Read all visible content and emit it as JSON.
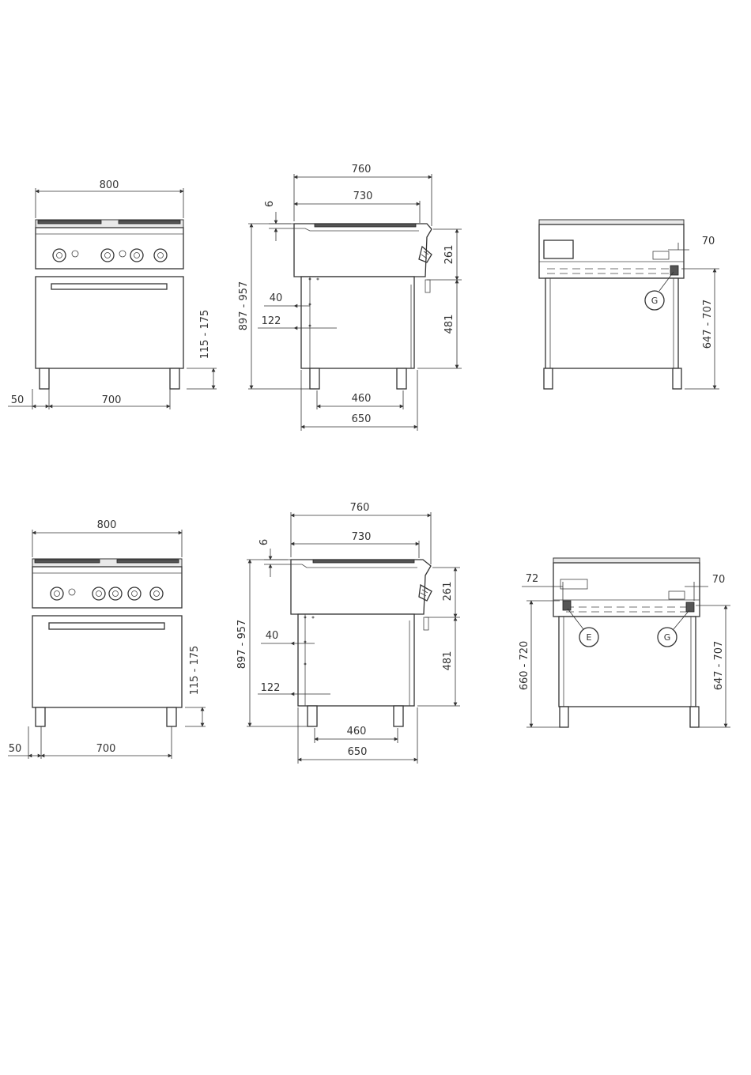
{
  "diagram": {
    "row1": {
      "front": {
        "width": "800",
        "leg_height": "115 - 175",
        "leg_offset": "50",
        "leg_spacing": "700"
      },
      "side": {
        "depth_total": "760",
        "depth_top": "730",
        "top_lip": "6",
        "control_height": "261",
        "body_height": "481",
        "total_height": "897 - 957",
        "inset_40": "40",
        "inset_122": "122",
        "feet_spacing": "460",
        "base_depth": "650"
      },
      "rear": {
        "offset_70": "70",
        "height_range": "647 - 707",
        "connection_g": "G"
      }
    },
    "row2": {
      "front": {
        "width": "800",
        "leg_height": "115 - 175",
        "leg_offset": "50",
        "leg_spacing": "700"
      },
      "side": {
        "depth_total": "760",
        "depth_top": "730",
        "top_lip": "6",
        "control_height": "261",
        "body_height": "481",
        "total_height": "897 - 957",
        "inset_40": "40",
        "inset_122": "122",
        "feet_spacing": "460",
        "base_depth": "650"
      },
      "rear": {
        "offset_72": "72",
        "offset_70": "70",
        "height_left": "660 - 720",
        "height_right": "647 - 707",
        "connection_e": "E",
        "connection_g": "G"
      }
    }
  }
}
